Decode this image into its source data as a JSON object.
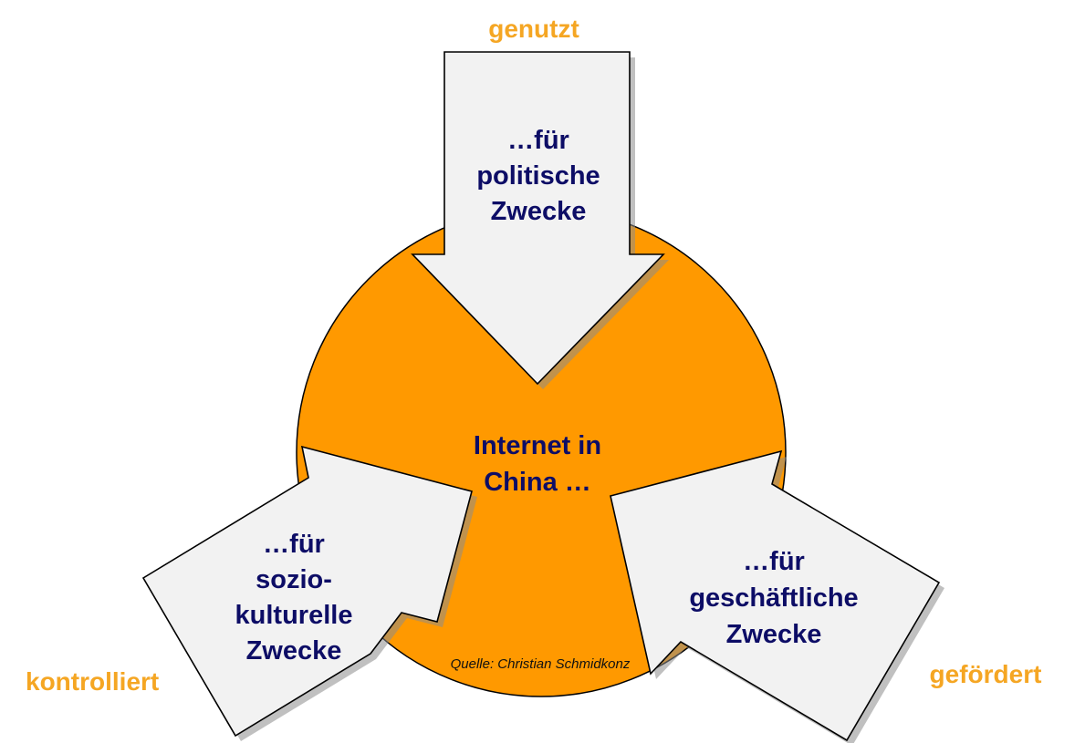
{
  "colors": {
    "circle_fill": "#ff9900",
    "arrow_fill": "#f2f2f2",
    "text_dark_blue": "#0d0d66",
    "outer_label": "#f5a623"
  },
  "center": {
    "line1": "Internet in",
    "line2": "China …"
  },
  "arrows": {
    "top": {
      "line1": "…für",
      "line2": "politische",
      "line3": "Zwecke"
    },
    "left": {
      "line1": "…für",
      "line2": "sozio-",
      "line3": "kulturelle",
      "line4": "Zwecke"
    },
    "right": {
      "line1": "…für",
      "line2": "geschäftliche",
      "line3": "Zwecke"
    }
  },
  "labels": {
    "top": "genutzt",
    "left": "kontrolliert",
    "right": "gefördert"
  },
  "source": "Quelle: Christian Schmidkonz"
}
